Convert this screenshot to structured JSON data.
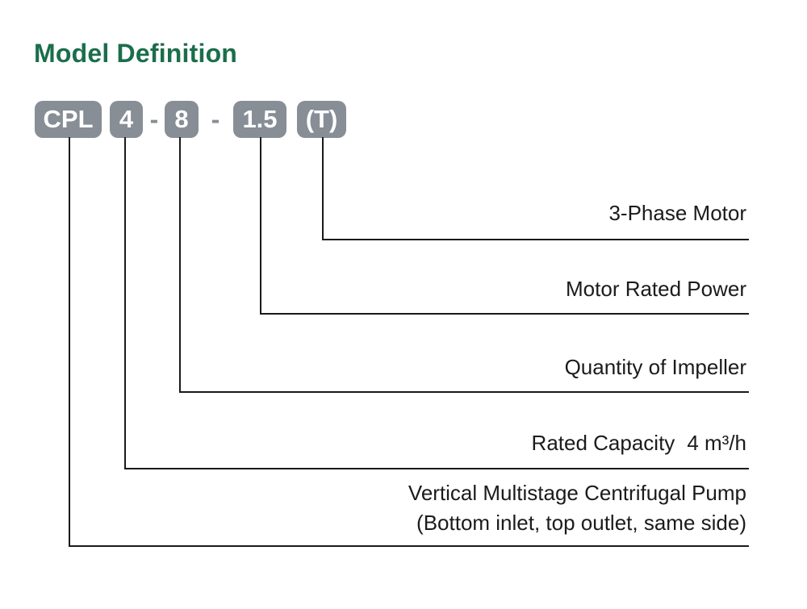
{
  "page": {
    "title": "Model Definition",
    "title_color": "#1b6e4a",
    "background_color": "#ffffff",
    "line_color": "#1a1a1a"
  },
  "model_code": {
    "badge_bg": "#878e95",
    "badge_text_color": "#ffffff",
    "segments": [
      {
        "text": "CPL"
      },
      {
        "text": "4"
      },
      {
        "text": "-"
      },
      {
        "text": "8"
      },
      {
        "text": "-"
      },
      {
        "text": "1.5"
      },
      {
        "text": "(T)"
      }
    ]
  },
  "callouts": [
    {
      "code": "(T)",
      "label": "3-Phase Motor"
    },
    {
      "code": "1.5",
      "label": "Motor Rated Power"
    },
    {
      "code": "8",
      "label": "Quantity of Impeller"
    },
    {
      "code": "4",
      "label": "Rated Capacity",
      "value": "4 m³/h"
    },
    {
      "code": "CPL",
      "label": "Vertical Multistage Centrifugal Pump",
      "label_line2": "(Bottom inlet, top outlet, same side)"
    }
  ]
}
